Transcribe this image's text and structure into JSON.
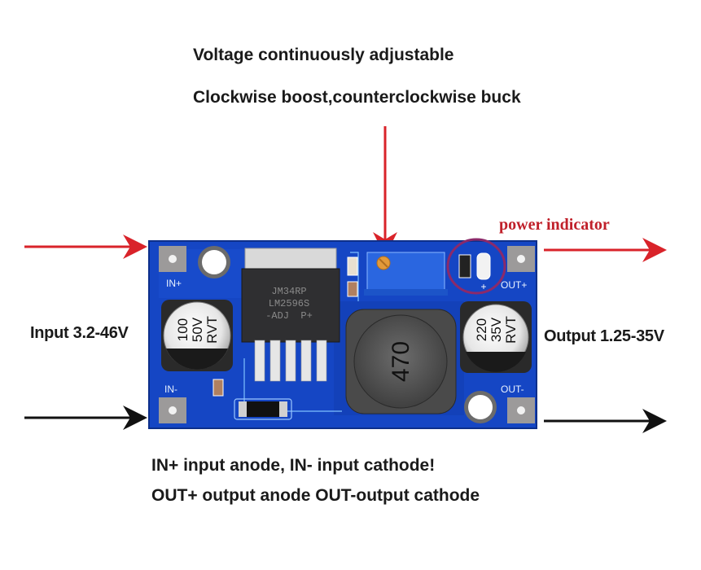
{
  "headings": {
    "line1": "Voltage continuously adjustable",
    "line2": "Clockwise boost,counterclockwise buck"
  },
  "labels": {
    "input": "Input 3.2-46V",
    "output": "Output 1.25-35V",
    "power_indicator": "power indicator"
  },
  "notes": {
    "line1": "IN+ input anode, IN- input cathode!",
    "line2": "OUT+ output anode OUT-output cathode"
  },
  "board": {
    "silk": {
      "in_plus": "IN+",
      "in_minus": "IN-",
      "out_plus": "OUT+",
      "out_minus": "OUT-"
    },
    "ic": {
      "line1": "JM34RP",
      "line2": "LM2596S",
      "line3": "-ADJ  P+"
    },
    "input_cap": {
      "line1": "100",
      "line2": "50V",
      "line3": "RVT"
    },
    "output_cap": {
      "line1": "220",
      "line2": "35V",
      "line3": "RVT"
    },
    "inductor": "470"
  },
  "colors": {
    "pcb_blue": "#1546c4",
    "arrow_red": "#d9232a",
    "arrow_black": "#111111",
    "indicator_circle": "#8c2a6a",
    "power_label": "#c0202a"
  }
}
